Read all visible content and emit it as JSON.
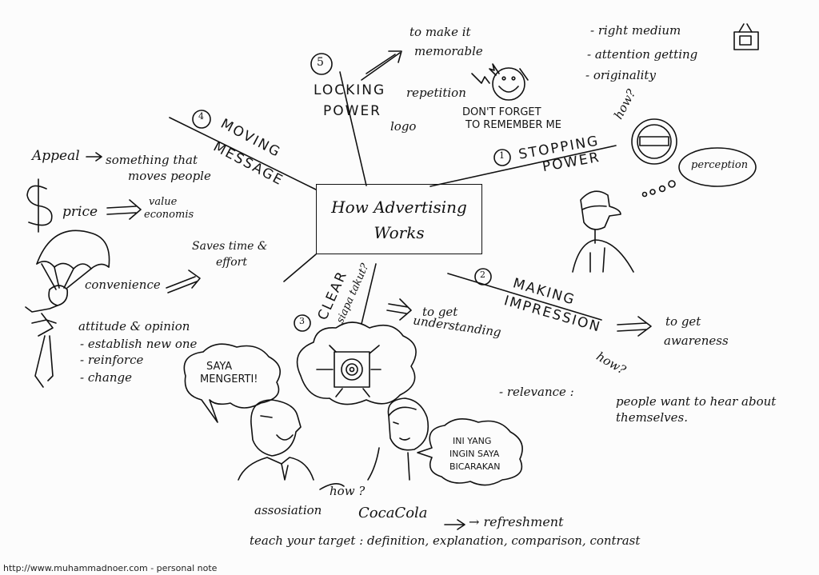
{
  "center": {
    "line1": "How Advertising",
    "line2": "Works"
  },
  "stopping": {
    "number": "1",
    "label1": "STOPPING",
    "label2": "POWER",
    "how": "how?",
    "points": [
      "- right medium",
      "- attention getting",
      "- originality"
    ],
    "bubble": "perception"
  },
  "impression": {
    "number": "2",
    "label1": "MAKING",
    "label2": "IMPRESSION",
    "result1": "to get",
    "result2": "awareness",
    "how": "how?",
    "relevance": "- relevance :",
    "note1": "people want to hear about",
    "note2": "themselves."
  },
  "clear": {
    "number": "3",
    "label": "CLEAR",
    "question": "siapa takut?",
    "result1": "to get",
    "result2": "understanding",
    "bubble_left1": "SAYA",
    "bubble_left2": "MENGERTI!",
    "bubble_right1": "INI YANG",
    "bubble_right2": "INGIN SAYA",
    "bubble_right3": "BICARAKAN",
    "how": "how ?",
    "association": "assosiation",
    "brand": "CocaCola",
    "brand_result": "→ refreshment",
    "teach": "teach your target : definition, explanation, comparison, contrast"
  },
  "moving": {
    "number": "4",
    "label1": "MOVING",
    "label2": "MESSAGE",
    "appeal": "Appeal",
    "appeal_arrow": "→",
    "appeal_note1": "something that",
    "appeal_note2": "moves people",
    "dollar": "$",
    "price": "price",
    "price_note1": "value",
    "price_note2": "economis",
    "convenience": "convenience",
    "conv_note1": "Saves time &",
    "conv_note2": "effort",
    "attitude": "attitude & opinion",
    "attitude_items": [
      "- establish new one",
      "- reinforce",
      "- change"
    ]
  },
  "locking": {
    "number": "5",
    "label1": "LOCKING",
    "label2": "POWER",
    "memo1": "to make it",
    "memo2": "memorable",
    "repetition": "repetition",
    "logo": "logo",
    "slogan1": "DON'T FORGET",
    "slogan2": "TO REMEMBER ME"
  },
  "footer": "http://www.muhammadnoer.com - personal note"
}
